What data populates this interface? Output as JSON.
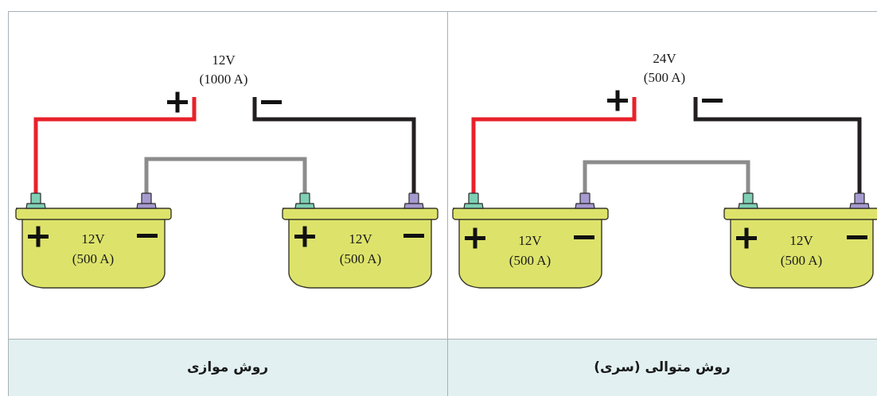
{
  "panels": [
    {
      "method_label": "روش موازی",
      "output_voltage": "12V",
      "output_current": "(1000 A)",
      "batteries": [
        {
          "voltage": "12V",
          "current": "(500 A)"
        },
        {
          "voltage": "12V",
          "current": "(500 A)"
        }
      ]
    },
    {
      "method_label": "روش متوالی (سری)",
      "output_voltage": "24V",
      "output_current": "(500 A)",
      "batteries": [
        {
          "voltage": "12V",
          "current": "(500 A)"
        },
        {
          "voltage": "12V",
          "current": "(500 A)"
        }
      ]
    }
  ],
  "colors": {
    "battery_fill": "#dde36a",
    "battery_stroke": "#3a3a2a",
    "positive_wire": "#e8212b",
    "negative_wire": "#231f20",
    "link_wire": "#8c8c8c",
    "positive_terminal": "#7fcfb5",
    "negative_terminal": "#a79ad0",
    "caption_band": "#e2f0f1",
    "grid_line": "#a8b0b3"
  },
  "icons": [
    "plus-sign-icon",
    "minus-sign-icon"
  ]
}
